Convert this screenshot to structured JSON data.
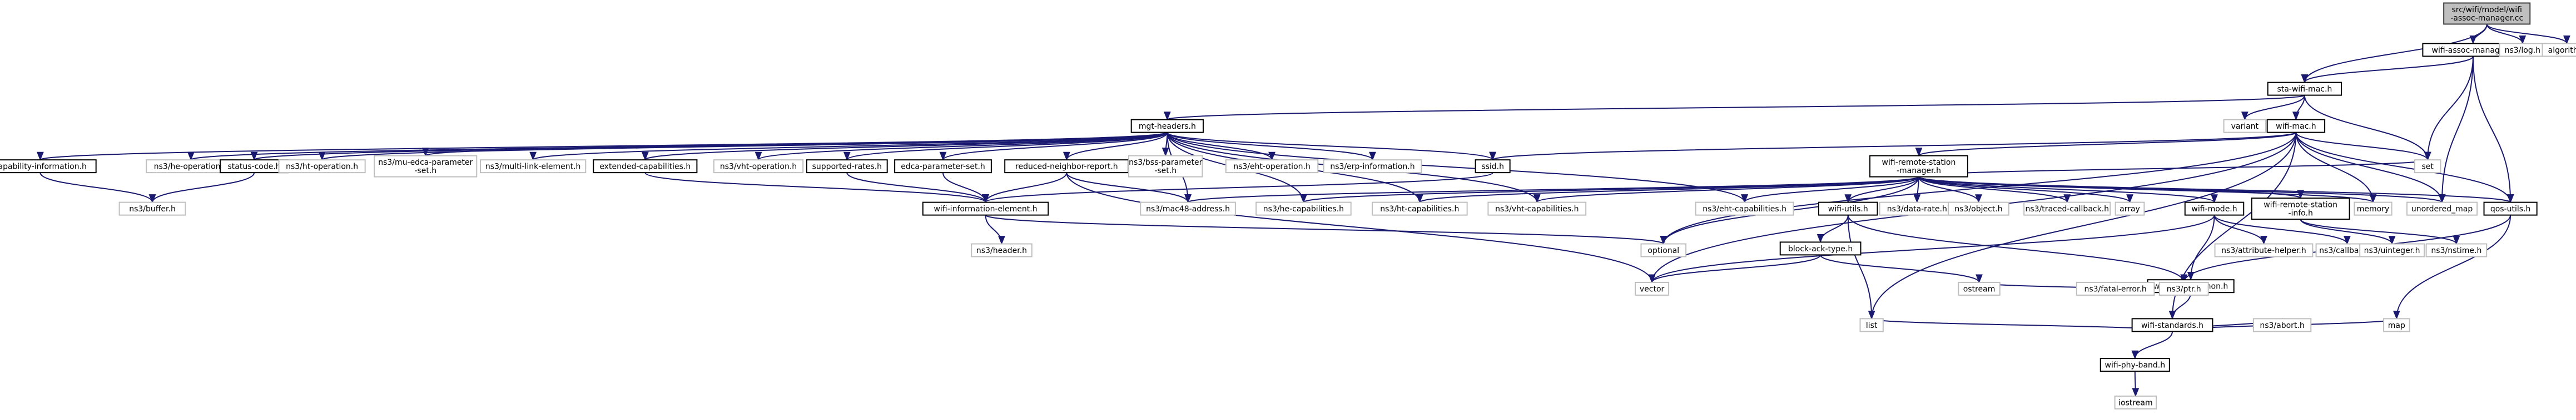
{
  "colors": {
    "root_fill": "#bfbfbf",
    "root_stroke": "#404040",
    "local_stroke": "#000000",
    "ext_stroke": "#bfbfbf",
    "ext_text": "#000000",
    "edge": "#191970"
  },
  "nodes": [
    {
      "id": "root",
      "lines": [
        "src/wifi/model/wifi",
        "-assoc-manager.cc"
      ],
      "kind": "root"
    },
    {
      "id": "wam",
      "lines": [
        "wifi-assoc-manager.h"
      ],
      "kind": "local"
    },
    {
      "id": "log",
      "lines": [
        "ns3/log.h"
      ],
      "kind": "ext"
    },
    {
      "id": "algorithm",
      "lines": [
        "algorithm"
      ],
      "kind": "ext"
    },
    {
      "id": "stamac",
      "lines": [
        "sta-wifi-mac.h"
      ],
      "kind": "local"
    },
    {
      "id": "mgt",
      "lines": [
        "mgt-headers.h"
      ],
      "kind": "local"
    },
    {
      "id": "variant",
      "lines": [
        "variant"
      ],
      "kind": "ext"
    },
    {
      "id": "wifimac",
      "lines": [
        "wifi-mac.h"
      ],
      "kind": "local"
    },
    {
      "id": "set",
      "lines": [
        "set"
      ],
      "kind": "ext"
    },
    {
      "id": "capinfo",
      "lines": [
        "capability-information.h"
      ],
      "kind": "local"
    },
    {
      "id": "heop",
      "lines": [
        "ns3/he-operation.h"
      ],
      "kind": "ext"
    },
    {
      "id": "status",
      "lines": [
        "status-code.h"
      ],
      "kind": "local"
    },
    {
      "id": "htop",
      "lines": [
        "ns3/ht-operation.h"
      ],
      "kind": "ext"
    },
    {
      "id": "muedca",
      "lines": [
        "ns3/mu-edca-parameter",
        "-set.h"
      ],
      "kind": "ext"
    },
    {
      "id": "mle",
      "lines": [
        "ns3/multi-link-element.h"
      ],
      "kind": "ext"
    },
    {
      "id": "extcap",
      "lines": [
        "extended-capabilities.h"
      ],
      "kind": "local"
    },
    {
      "id": "vhtop",
      "lines": [
        "ns3/vht-operation.h"
      ],
      "kind": "ext"
    },
    {
      "id": "suprates",
      "lines": [
        "supported-rates.h"
      ],
      "kind": "local"
    },
    {
      "id": "edca",
      "lines": [
        "edca-parameter-set.h"
      ],
      "kind": "local"
    },
    {
      "id": "rnr",
      "lines": [
        "reduced-neighbor-report.h"
      ],
      "kind": "local"
    },
    {
      "id": "bss",
      "lines": [
        "ns3/bss-parameter",
        "-set.h"
      ],
      "kind": "ext"
    },
    {
      "id": "ehtop",
      "lines": [
        "ns3/eht-operation.h"
      ],
      "kind": "ext"
    },
    {
      "id": "erp",
      "lines": [
        "ns3/erp-information.h"
      ],
      "kind": "ext"
    },
    {
      "id": "ssid",
      "lines": [
        "ssid.h"
      ],
      "kind": "local"
    },
    {
      "id": "wrsm",
      "lines": [
        "wifi-remote-station",
        "-manager.h"
      ],
      "kind": "local"
    },
    {
      "id": "buffer",
      "lines": [
        "ns3/buffer.h"
      ],
      "kind": "ext"
    },
    {
      "id": "wie",
      "lines": [
        "wifi-information-element.h"
      ],
      "kind": "local"
    },
    {
      "id": "mac48",
      "lines": [
        "ns3/mac48-address.h"
      ],
      "kind": "ext"
    },
    {
      "id": "hecap",
      "lines": [
        "ns3/he-capabilities.h"
      ],
      "kind": "ext"
    },
    {
      "id": "htcap",
      "lines": [
        "ns3/ht-capabilities.h"
      ],
      "kind": "ext"
    },
    {
      "id": "vhtcap",
      "lines": [
        "ns3/vht-capabilities.h"
      ],
      "kind": "ext"
    },
    {
      "id": "ehtcap",
      "lines": [
        "ns3/eht-capabilities.h"
      ],
      "kind": "ext"
    },
    {
      "id": "wifiutils",
      "lines": [
        "wifi-utils.h"
      ],
      "kind": "local"
    },
    {
      "id": "datarate",
      "lines": [
        "ns3/data-rate.h"
      ],
      "kind": "ext"
    },
    {
      "id": "object",
      "lines": [
        "ns3/object.h"
      ],
      "kind": "ext"
    },
    {
      "id": "traced",
      "lines": [
        "ns3/traced-callback.h"
      ],
      "kind": "ext"
    },
    {
      "id": "array",
      "lines": [
        "array"
      ],
      "kind": "ext"
    },
    {
      "id": "wifimode",
      "lines": [
        "wifi-mode.h"
      ],
      "kind": "local"
    },
    {
      "id": "wrsinfo",
      "lines": [
        "wifi-remote-station",
        "-info.h"
      ],
      "kind": "local"
    },
    {
      "id": "memory",
      "lines": [
        "memory"
      ],
      "kind": "ext"
    },
    {
      "id": "umap",
      "lines": [
        "unordered_map"
      ],
      "kind": "ext"
    },
    {
      "id": "qos",
      "lines": [
        "qos-utils.h"
      ],
      "kind": "local"
    },
    {
      "id": "header",
      "lines": [
        "ns3/header.h"
      ],
      "kind": "ext"
    },
    {
      "id": "optional",
      "lines": [
        "optional"
      ],
      "kind": "ext"
    },
    {
      "id": "blockack",
      "lines": [
        "block-ack-type.h"
      ],
      "kind": "local"
    },
    {
      "id": "attr",
      "lines": [
        "ns3/attribute-helper.h"
      ],
      "kind": "ext"
    },
    {
      "id": "callback",
      "lines": [
        "ns3/callback.h"
      ],
      "kind": "ext"
    },
    {
      "id": "uinteger",
      "lines": [
        "ns3/uinteger.h"
      ],
      "kind": "ext"
    },
    {
      "id": "nstime",
      "lines": [
        "ns3/nstime.h"
      ],
      "kind": "ext"
    },
    {
      "id": "phycommon",
      "lines": [
        "wifi-phy-common.h"
      ],
      "kind": "local"
    },
    {
      "id": "vector",
      "lines": [
        "vector"
      ],
      "kind": "ext"
    },
    {
      "id": "ostream",
      "lines": [
        "ostream"
      ],
      "kind": "ext"
    },
    {
      "id": "fatal",
      "lines": [
        "ns3/fatal-error.h"
      ],
      "kind": "ext"
    },
    {
      "id": "ptr",
      "lines": [
        "ns3/ptr.h"
      ],
      "kind": "ext"
    },
    {
      "id": "standards",
      "lines": [
        "wifi-standards.h"
      ],
      "kind": "local"
    },
    {
      "id": "list",
      "lines": [
        "list"
      ],
      "kind": "ext"
    },
    {
      "id": "abort",
      "lines": [
        "ns3/abort.h"
      ],
      "kind": "ext"
    },
    {
      "id": "map",
      "lines": [
        "map"
      ],
      "kind": "ext"
    },
    {
      "id": "phyband",
      "lines": [
        "wifi-phy-band.h"
      ],
      "kind": "local"
    },
    {
      "id": "iostream",
      "lines": [
        "iostream"
      ],
      "kind": "ext"
    }
  ],
  "edges": [
    [
      "root",
      "wam"
    ],
    [
      "root",
      "log"
    ],
    [
      "root",
      "algorithm"
    ],
    [
      "root",
      "stamac"
    ],
    [
      "wam",
      "stamac"
    ],
    [
      "wam",
      "set"
    ],
    [
      "wam",
      "umap"
    ],
    [
      "wam",
      "qos"
    ],
    [
      "stamac",
      "mgt"
    ],
    [
      "stamac",
      "variant"
    ],
    [
      "stamac",
      "wifimac"
    ],
    [
      "stamac",
      "set"
    ],
    [
      "mgt",
      "capinfo"
    ],
    [
      "mgt",
      "heop"
    ],
    [
      "mgt",
      "status"
    ],
    [
      "mgt",
      "htop"
    ],
    [
      "mgt",
      "muedca"
    ],
    [
      "mgt",
      "mle"
    ],
    [
      "mgt",
      "extcap"
    ],
    [
      "mgt",
      "vhtop"
    ],
    [
      "mgt",
      "suprates"
    ],
    [
      "mgt",
      "edca"
    ],
    [
      "mgt",
      "rnr"
    ],
    [
      "mgt",
      "bss"
    ],
    [
      "mgt",
      "ehtop"
    ],
    [
      "mgt",
      "erp"
    ],
    [
      "mgt",
      "ssid"
    ],
    [
      "mgt",
      "mac48"
    ],
    [
      "mgt",
      "hecap"
    ],
    [
      "mgt",
      "htcap"
    ],
    [
      "mgt",
      "vhtcap"
    ],
    [
      "mgt",
      "ehtcap"
    ],
    [
      "capinfo",
      "buffer"
    ],
    [
      "status",
      "buffer"
    ],
    [
      "extcap",
      "wie"
    ],
    [
      "suprates",
      "wie"
    ],
    [
      "edca",
      "wie"
    ],
    [
      "rnr",
      "wie"
    ],
    [
      "rnr",
      "mac48"
    ],
    [
      "rnr",
      "vector"
    ],
    [
      "ssid",
      "wie"
    ],
    [
      "wie",
      "header"
    ],
    [
      "wie",
      "optional"
    ],
    [
      "wifimac",
      "ssid"
    ],
    [
      "wifimac",
      "wrsm"
    ],
    [
      "wifimac",
      "set"
    ],
    [
      "wifimac",
      "memory"
    ],
    [
      "wifimac",
      "umap"
    ],
    [
      "wifimac",
      "qos"
    ],
    [
      "wifimac",
      "optional"
    ],
    [
      "wifimac",
      "vector"
    ],
    [
      "wifimac",
      "list"
    ],
    [
      "wifimac",
      "standards"
    ],
    [
      "wrsm",
      "mac48"
    ],
    [
      "wrsm",
      "hecap"
    ],
    [
      "wrsm",
      "htcap"
    ],
    [
      "wrsm",
      "vhtcap"
    ],
    [
      "wrsm",
      "ehtcap"
    ],
    [
      "wrsm",
      "wifiutils"
    ],
    [
      "wrsm",
      "datarate"
    ],
    [
      "wrsm",
      "object"
    ],
    [
      "wrsm",
      "traced"
    ],
    [
      "wrsm",
      "array"
    ],
    [
      "wrsm",
      "wifimode"
    ],
    [
      "wrsm",
      "wrsinfo"
    ],
    [
      "wrsm",
      "memory"
    ],
    [
      "wrsm",
      "umap"
    ],
    [
      "wrsm",
      "qos"
    ],
    [
      "wrsm",
      "optional"
    ],
    [
      "wrsm",
      "set"
    ],
    [
      "wifiutils",
      "blockack"
    ],
    [
      "wifiutils",
      "ptr"
    ],
    [
      "wifiutils",
      "list"
    ],
    [
      "blockack",
      "ostream"
    ],
    [
      "blockack",
      "vector"
    ],
    [
      "wifimode",
      "phycommon"
    ],
    [
      "wifimode",
      "attr"
    ],
    [
      "wifimode",
      "callback"
    ],
    [
      "wifimode",
      "vector"
    ],
    [
      "wrsinfo",
      "uinteger"
    ],
    [
      "wrsinfo",
      "nstime"
    ],
    [
      "phycommon",
      "standards"
    ],
    [
      "phycommon",
      "ostream"
    ],
    [
      "phycommon",
      "fatal"
    ],
    [
      "phycommon",
      "ptr"
    ],
    [
      "standards",
      "list"
    ],
    [
      "standards",
      "abort"
    ],
    [
      "standards",
      "map"
    ],
    [
      "standards",
      "phyband"
    ],
    [
      "phyband",
      "iostream"
    ],
    [
      "qos",
      "ptr"
    ],
    [
      "qos",
      "map"
    ]
  ]
}
